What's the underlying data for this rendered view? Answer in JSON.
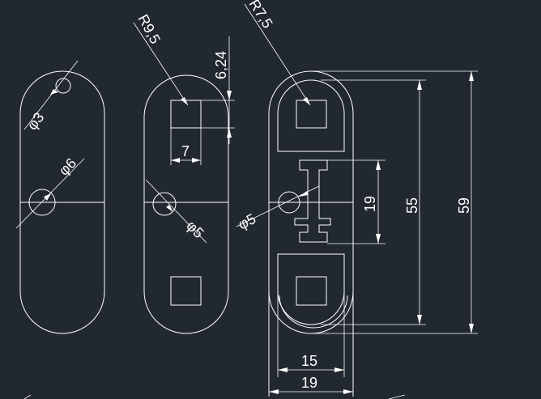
{
  "background_color": "#212830",
  "line_color": "#ffffff",
  "views": {
    "left": {
      "hole_small_label": "φ3",
      "hole_large_label": "φ6"
    },
    "middle": {
      "radius_label": "R9,5",
      "height_label": "6,24",
      "width_label": "7",
      "hole_label": "φ5"
    },
    "right": {
      "radius_label": "R7,5",
      "hole_label": "φ5",
      "inner_height_label": "19",
      "height_55_label": "55",
      "height_59_label": "59",
      "width_15_label": "15",
      "width_19_label": "19"
    }
  }
}
